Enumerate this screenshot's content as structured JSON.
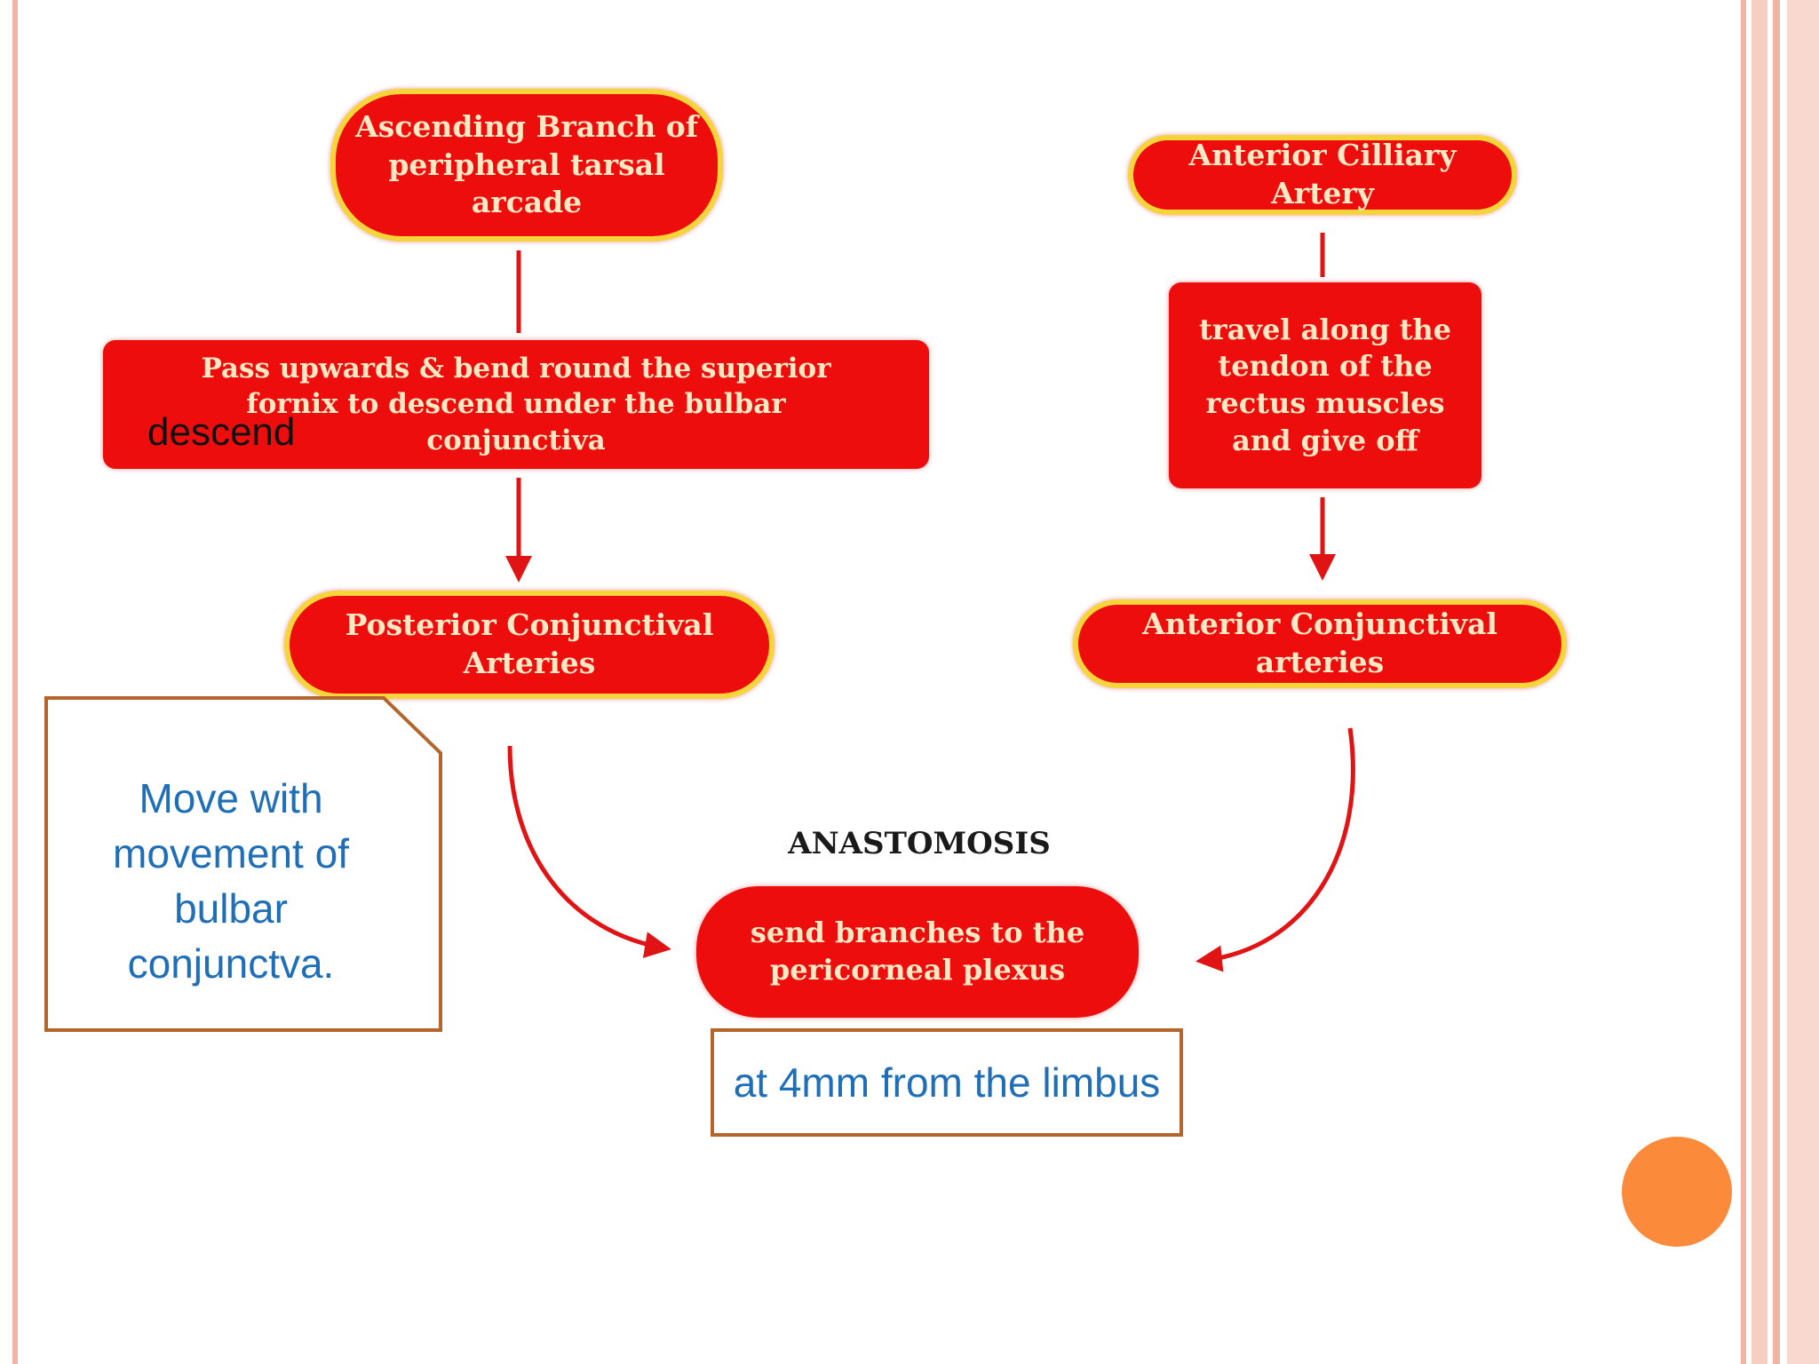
{
  "nodes": {
    "ascending_branch": "Ascending Branch of peripheral tarsal arcade",
    "anterior_ciliary": "Anterior Cilliary Artery",
    "pass_upwards": "Pass upwards & bend round the superior fornix to descend under the bulbar conjunctiva",
    "travel_along": "travel along the tendon of the rectus muscles and give off",
    "posterior_conjunctival": "Posterior Conjunctival Arteries",
    "anterior_conjunctival": "Anterior Conjunctival arteries",
    "send_branches": "send branches to the pericorneal plexus"
  },
  "labels": {
    "anastomosis": "ANASTOMOSIS",
    "descend_overlay": "descend"
  },
  "callouts": {
    "move_with": "Move with movement of bulbar conjunctva.",
    "limbus": "at 4mm from the limbus"
  },
  "colors": {
    "node_fill": "#ee0d0d",
    "node_border": "#f5d53a",
    "node_text": "#ffe9c4",
    "arrow": "#e01414",
    "callout_text": "#1f6eb8",
    "callout_border": "#b5652b",
    "accent_circle": "#fb8a3a"
  }
}
